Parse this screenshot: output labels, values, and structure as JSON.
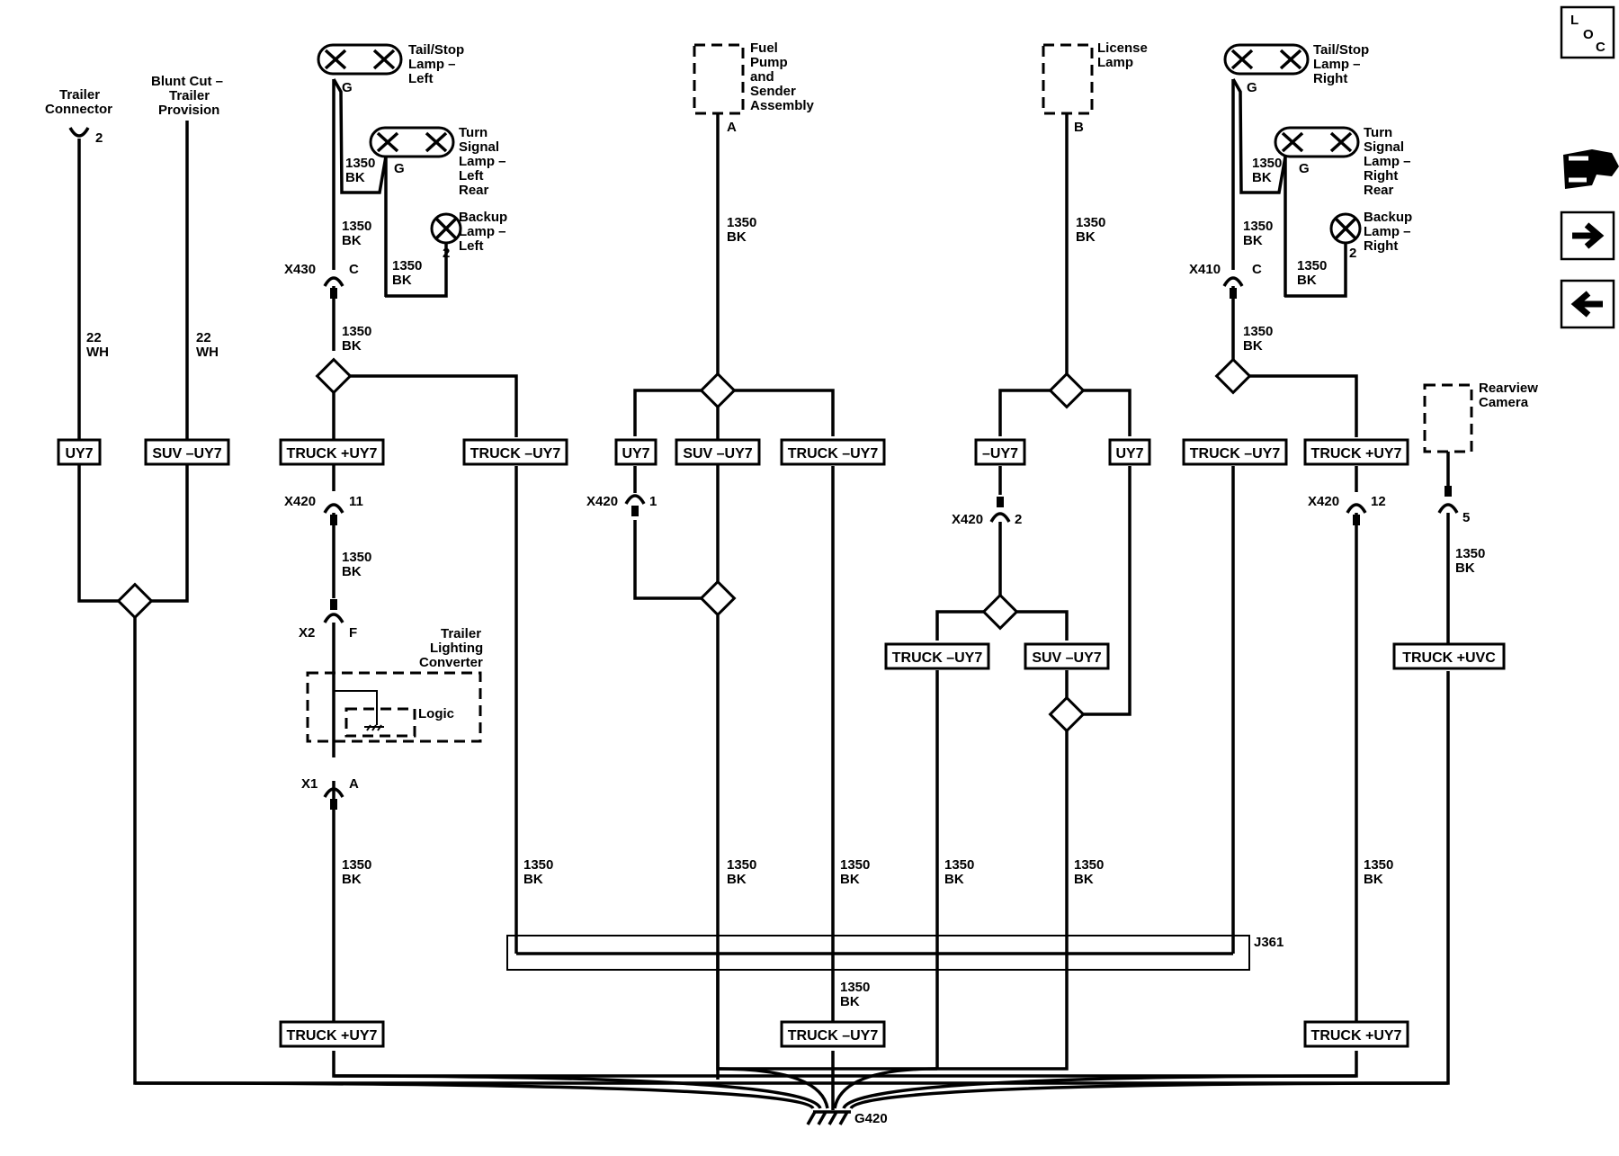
{
  "nav": {
    "loc_l": "L",
    "loc_o": "O",
    "loc_c": "C"
  },
  "components": {
    "trailer_connector": [
      "Trailer",
      "Connector"
    ],
    "blunt_cut": [
      "Blunt Cut –",
      "Trailer",
      "Provision"
    ],
    "tail_left": [
      "Tail/Stop",
      "Lamp –",
      "Left"
    ],
    "turn_left": [
      "Turn",
      "Signal",
      "Lamp –",
      "Left",
      "Rear"
    ],
    "backup_left": [
      "Backup",
      "Lamp –",
      "Left"
    ],
    "fuel_pump": [
      "Fuel",
      "Pump",
      "and",
      "Sender",
      "Assembly"
    ],
    "license": [
      "License",
      "Lamp"
    ],
    "tail_right": [
      "Tail/Stop",
      "Lamp –",
      "Right"
    ],
    "turn_right": [
      "Turn",
      "Signal",
      "Lamp –",
      "Right",
      "Rear"
    ],
    "backup_right": [
      "Backup",
      "Lamp –",
      "Right"
    ],
    "rearview": [
      "Rearview",
      "Camera"
    ],
    "trailer_converter": [
      "Trailer",
      "Lighting",
      "Converter"
    ],
    "logic": "Logic"
  },
  "pins": {
    "tc": "2",
    "tail_l": "G",
    "turn_l": "G",
    "backup_l": "2",
    "fuel": "A",
    "license": "B",
    "tail_r": "G",
    "turn_r": "G",
    "backup_r": "2",
    "x430": "C",
    "x410": "C",
    "x420_l": "11",
    "x420_m": "1",
    "x420_r": "2",
    "x420_rr": "12",
    "cam": "5",
    "x2": "F",
    "x1": "A"
  },
  "connectors": {
    "x430": "X430",
    "x410": "X410",
    "x420": "X420",
    "x2": "X2",
    "x1": "X1"
  },
  "wires": {
    "gauge": "1350",
    "color": "BK",
    "wh_gauge": "22",
    "wh_color": "WH"
  },
  "options": {
    "uy7": "UY7",
    "suv_uy7": "SUV –UY7",
    "truck_pos_uy7": "TRUCK +UY7",
    "truck_neg_uy7": "TRUCK –UY7",
    "neg_uy7": "–UY7",
    "truck_uvc": "TRUCK +UVC"
  },
  "splice": "J361",
  "ground": "G420"
}
